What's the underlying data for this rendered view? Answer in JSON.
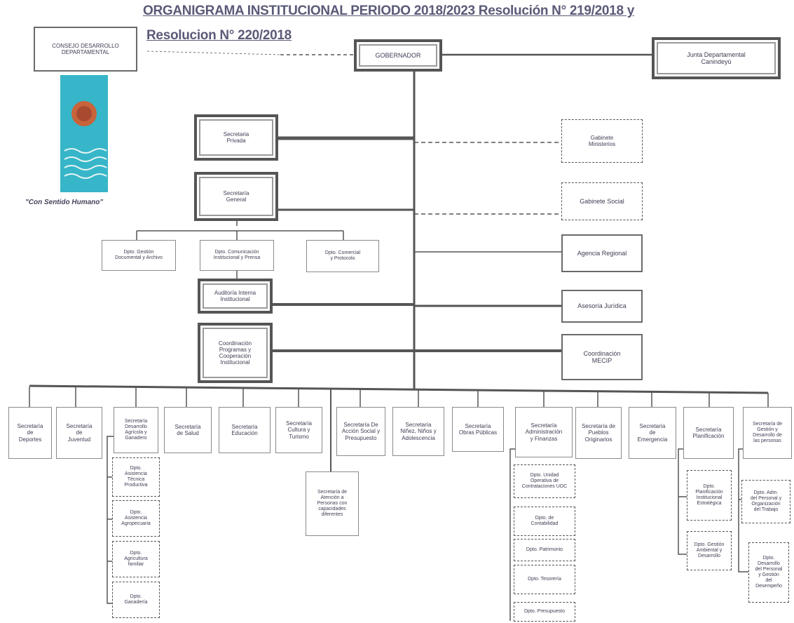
{
  "title": {
    "line1": "ORGANIGRAMA INSTITUCIONAL PERIODO 2018/2023 Resolución N° 219/2018 y",
    "line2": "Resolucion N° 220/2018"
  },
  "emblem": {
    "motto": "\"Con Sentido Humano\"",
    "colors": {
      "background": "#36b6c8",
      "sun": "#c8643c",
      "waves": "#e8f4f4"
    }
  },
  "boxes": {
    "consejo": "CONSEJO DESARROLLO\nDEPARTAMENTAL",
    "gobernador": "GOBERNADOR",
    "junta": "Junta Departamental\nCanindeyú",
    "sec_privada": "Secretaria\nPrivada",
    "gabinete_ministerios": "Gabinete\nMinisterios",
    "sec_general": "Secretaría\nGeneral",
    "gabinete_social": "Gabinete Social",
    "gestion_documental": "Dpto. Gestión\nDocumental y Archivo",
    "comunicacion": "Dpto. Comunicación\nInstitucional y Prensa",
    "comercial": "Dpto. Comercial\ny Protocolo",
    "agencia_regional": "Agencia Regional",
    "auditoria": "Auditoría Interna\nInstitucional",
    "asesoria_juridica": "Asesoría Jurídica",
    "coordinacion_planes": "Coordinación\nProgramas y\nCooperación\nInstitucional",
    "coordinacion_mecip": "Coordinación\nMECIP"
  },
  "secretarias": [
    {
      "key": "deportes",
      "label": "Secretaría\nde\nDeportes"
    },
    {
      "key": "juventud",
      "label": "Secretaría\nde\nJuventud"
    },
    {
      "key": "desarrollo",
      "label": "Secretaría\nDesarrollo\nAgrícola y\nGanadero"
    },
    {
      "key": "salud",
      "label": "Secretaría\nde Salud"
    },
    {
      "key": "educacion",
      "label": "Secretaría\nEducación"
    },
    {
      "key": "cultura",
      "label": "Secretaría\nCultura y\nTurismo"
    },
    {
      "key": "accion_social",
      "label": "Secretaría De\nAcción Social y\nPresupuesto"
    },
    {
      "key": "ninez",
      "label": "Secretaría\nNiñez, Niños y\nAdolescencia"
    },
    {
      "key": "obras",
      "label": "Secretaría\nObras Públicas"
    },
    {
      "key": "ambiente",
      "label": "Secretaría\nAdministración\ny Finanzas"
    },
    {
      "key": "pueblos",
      "label": "Secretaría de\nPueblos\nOriginarios"
    },
    {
      "key": "emergencia",
      "label": "Secretaría\nde\nEmergencia"
    },
    {
      "key": "planificacion",
      "label": "Secretaría\nPlanificación"
    },
    {
      "key": "gestion_personas",
      "label": "Secretaría de\nGestión y\nDesarrollo de\nlas personas"
    }
  ],
  "sub_desarrollo": [
    "Dpto.\nAsistencia\nTécnica\nProductiva",
    "Dpto.\nAsistencia\nAgropecuaria",
    "Dpto.\nAgricultura\nfamiliar",
    "Dpto.\nGanadería"
  ],
  "sub_accion": "Secretaría de\nAtención a\nPersonas con\ncapacidades\ndiferentes",
  "sub_ambiente": [
    "Dpto. Unidad\nOperativa de\nContrataciones UOC",
    "Dpto. de\nContabilidad",
    "Dpto. Patrimonio",
    "Dpto. Tesorería",
    "Dpto. Presupuesto"
  ],
  "sub_planificacion": [
    "Dpto.\nPlanificación\nInstitucional\nEstratégica",
    "Dpto. Gestión\nAmbiental y\nDesarrollo"
  ],
  "sub_gestion": [
    "Dpto. Adm.\ndel Personal y\nOrganización\ndel Trabajo",
    "Dpto.\nDesarrollo\ndel Personal\ny Gestión\ndel\nDesempeño"
  ]
}
